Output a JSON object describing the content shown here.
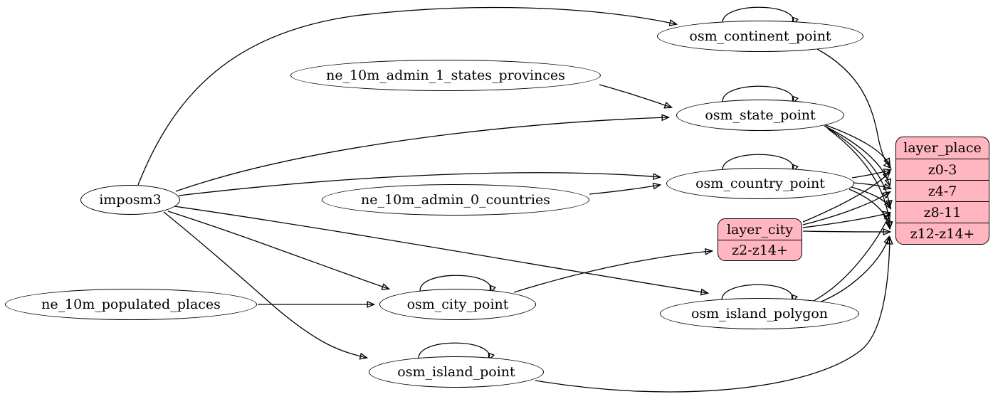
{
  "nodes": {
    "imposm3": "imposm3",
    "ne_10m_admin_1_states_provinces": "ne_10m_admin_1_states_provinces",
    "ne_10m_admin_0_countries": "ne_10m_admin_0_countries",
    "ne_10m_populated_places": "ne_10m_populated_places",
    "osm_continent_point": "osm_continent_point",
    "osm_state_point": "osm_state_point",
    "osm_country_point": "osm_country_point",
    "osm_city_point": "osm_city_point",
    "osm_island_polygon": "osm_island_polygon",
    "osm_island_point": "osm_island_point"
  },
  "records": {
    "layer_city": {
      "title": "layer_city",
      "rows": [
        "z2-z14+"
      ]
    },
    "layer_place": {
      "title": "layer_place",
      "rows": [
        "z0-3",
        "z4-7",
        "z8-11",
        "z12-z14+"
      ]
    }
  },
  "colors": {
    "record_fill": "#FFB6C1",
    "node_fill": "#FFFFFF",
    "stroke": "#000000"
  },
  "edges": [
    {
      "from": "imposm3",
      "to": "osm_continent_point"
    },
    {
      "from": "imposm3",
      "to": "osm_state_point"
    },
    {
      "from": "imposm3",
      "to": "osm_country_point"
    },
    {
      "from": "imposm3",
      "to": "osm_city_point"
    },
    {
      "from": "imposm3",
      "to": "osm_island_polygon"
    },
    {
      "from": "imposm3",
      "to": "osm_island_point"
    },
    {
      "from": "ne_10m_admin_1_states_provinces",
      "to": "osm_state_point"
    },
    {
      "from": "ne_10m_admin_0_countries",
      "to": "osm_country_point"
    },
    {
      "from": "ne_10m_populated_places",
      "to": "osm_city_point"
    },
    {
      "from": "osm_continent_point",
      "to": "osm_continent_point"
    },
    {
      "from": "osm_state_point",
      "to": "osm_state_point"
    },
    {
      "from": "osm_country_point",
      "to": "osm_country_point"
    },
    {
      "from": "osm_city_point",
      "to": "osm_city_point"
    },
    {
      "from": "osm_island_polygon",
      "to": "osm_island_polygon"
    },
    {
      "from": "osm_island_point",
      "to": "osm_island_point"
    },
    {
      "from": "osm_city_point",
      "to": "layer_city:z2-z14+"
    },
    {
      "from": "osm_continent_point",
      "to": "layer_place:z0-3"
    },
    {
      "from": "osm_state_point",
      "to": "layer_place:z0-3"
    },
    {
      "from": "osm_state_point",
      "to": "layer_place:z4-7"
    },
    {
      "from": "osm_state_point",
      "to": "layer_place:z8-11"
    },
    {
      "from": "osm_state_point",
      "to": "layer_place:z12-z14+"
    },
    {
      "from": "osm_country_point",
      "to": "layer_place:z0-3"
    },
    {
      "from": "osm_country_point",
      "to": "layer_place:z4-7"
    },
    {
      "from": "osm_country_point",
      "to": "layer_place:z8-11"
    },
    {
      "from": "osm_country_point",
      "to": "layer_place:z12-z14+"
    },
    {
      "from": "layer_city",
      "to": "layer_place:z0-3"
    },
    {
      "from": "layer_city",
      "to": "layer_place:z4-7"
    },
    {
      "from": "layer_city",
      "to": "layer_place:z8-11"
    },
    {
      "from": "layer_city",
      "to": "layer_place:z12-z14+"
    },
    {
      "from": "osm_island_polygon",
      "to": "layer_place:z8-11"
    },
    {
      "from": "osm_island_polygon",
      "to": "layer_place:z12-z14+"
    },
    {
      "from": "osm_island_point",
      "to": "layer_place:z12-z14+"
    }
  ]
}
